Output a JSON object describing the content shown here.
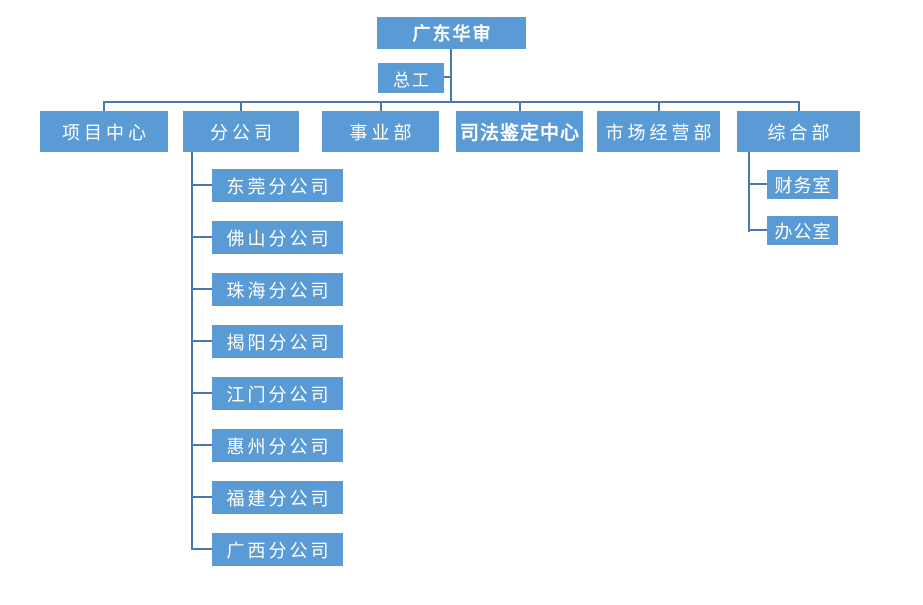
{
  "colors": {
    "node_fill": "#5B9BD5",
    "connector": "#4878AE",
    "text": "#FFFFFF"
  },
  "org": {
    "root": {
      "label": "广东华审"
    },
    "assistant": {
      "label": "总工"
    },
    "departments": [
      {
        "label": "项目中心"
      },
      {
        "label": "分公司"
      },
      {
        "label": "事业部"
      },
      {
        "label": "司法鉴定中心"
      },
      {
        "label": "市场经营部"
      },
      {
        "label": "综合部"
      }
    ],
    "branch_offices": [
      {
        "label": "东莞分公司"
      },
      {
        "label": "佛山分公司"
      },
      {
        "label": "珠海分公司"
      },
      {
        "label": "揭阳分公司"
      },
      {
        "label": "江门分公司"
      },
      {
        "label": "惠州分公司"
      },
      {
        "label": "福建分公司"
      },
      {
        "label": "广西分公司"
      }
    ],
    "admin_offices": [
      {
        "label": "财务室"
      },
      {
        "label": "办公室"
      }
    ]
  }
}
